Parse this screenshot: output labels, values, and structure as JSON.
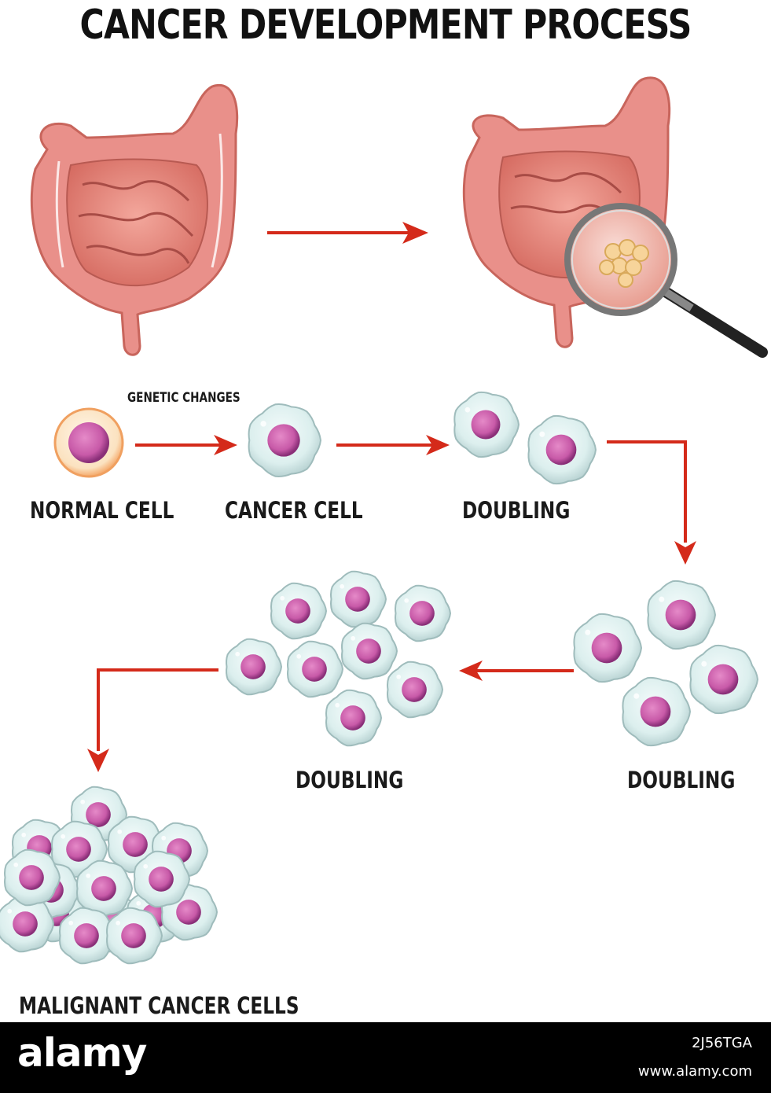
{
  "title": "CANCER DEVELOPMENT PROCESS",
  "labels": {
    "genetic_changes": "GENETIC CHANGES",
    "normal_cell": "NORMAL CELL",
    "cancer_cell": "CANCER CELL",
    "doubling_1": "DOUBLING",
    "doubling_2": "DOUBLING",
    "doubling_3": "DOUBLING",
    "malignant": "MALIGNANT CANCER CELLS"
  },
  "footer": {
    "logo": "alamy",
    "image_id": "2J56TGA",
    "url": "www.alamy.com"
  },
  "colors": {
    "arrow": "#d42a1a",
    "nucleus": "#c85aa8",
    "cell_body": "#dcefee",
    "intestine": "#e8877a",
    "normal_cell_ring": "#f5a96a"
  }
}
